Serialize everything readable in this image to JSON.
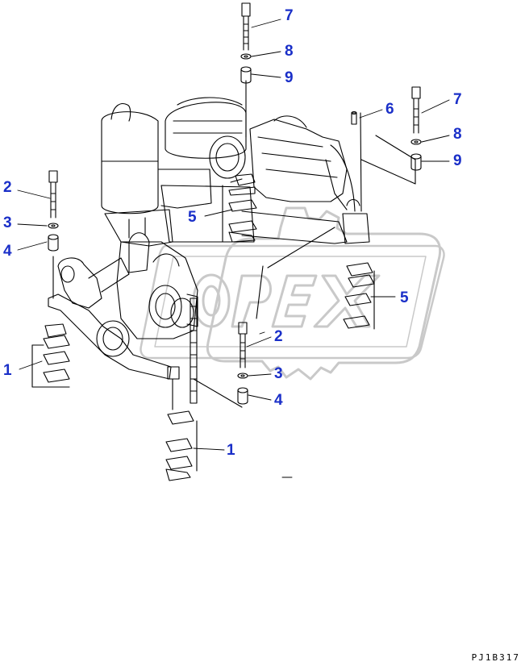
{
  "drawing_code": "PJ1B317",
  "callout_color": "#1a2fc8",
  "watermark_text": "OPEX",
  "callouts": {
    "bolt_a": "7",
    "washer_a": "8",
    "spacer_a": "9",
    "pin": "6",
    "bolt_b": "7",
    "washer_b": "8",
    "spacer_b": "9",
    "bolt_left": "2",
    "washer_left": "3",
    "spacer_left": "4",
    "shims_top": "5",
    "shims_right": "5",
    "shims_left": "1",
    "bolt_center": "2",
    "washer_center": "3",
    "spacer_center": "4",
    "shims_bottom": "1"
  }
}
